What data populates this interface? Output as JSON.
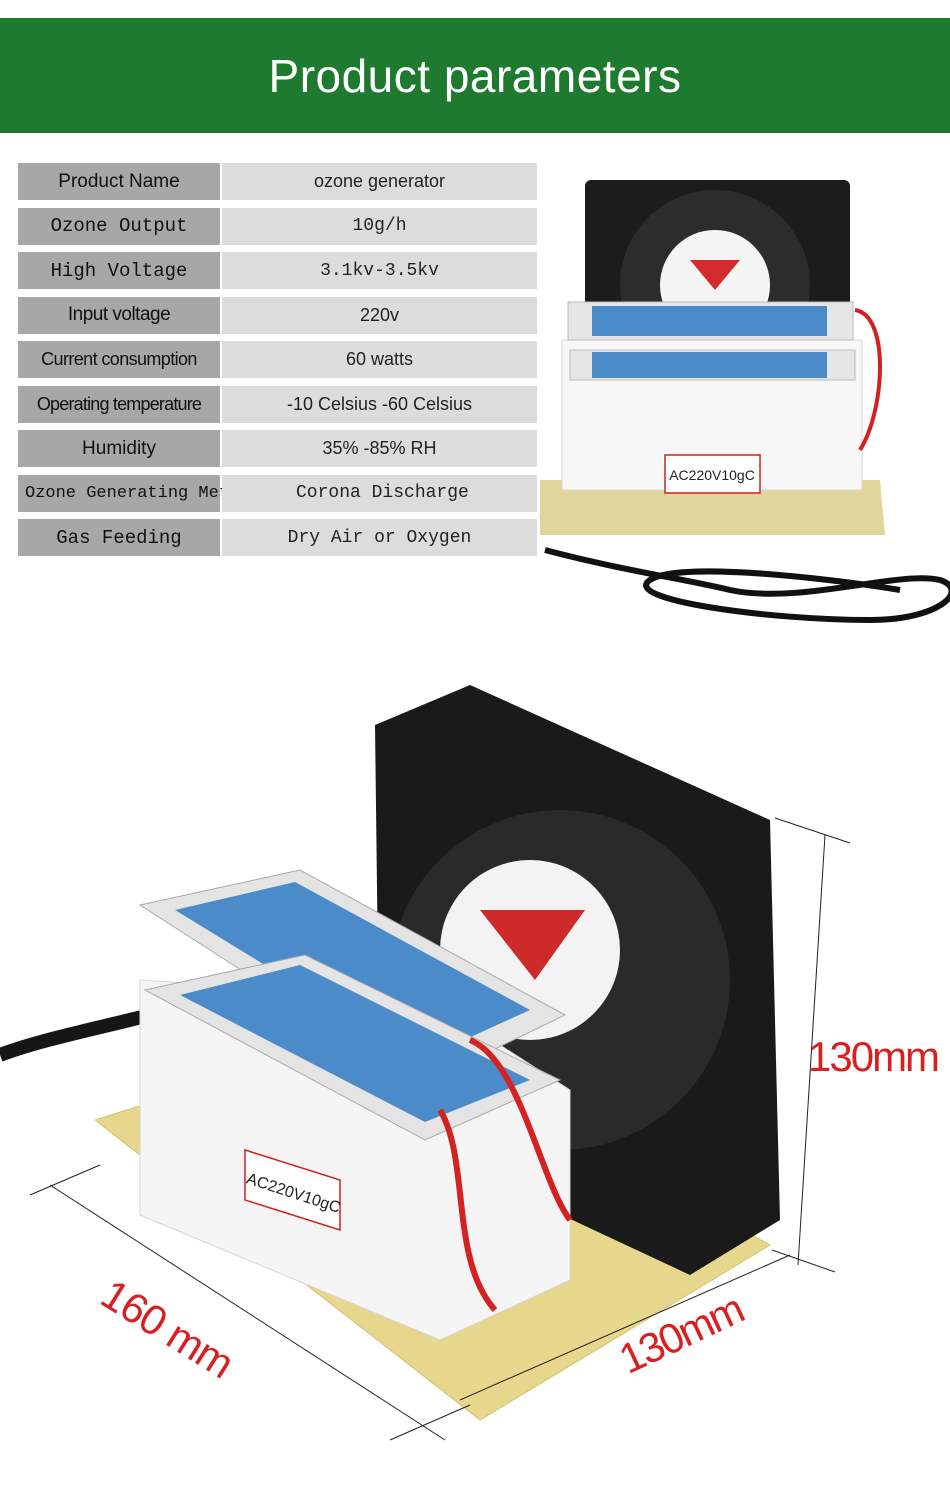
{
  "header": {
    "title": "Product parameters"
  },
  "params": [
    {
      "label": "Product Name",
      "value": "ozone generator"
    },
    {
      "label": "Ozone Output",
      "value": "10g/h"
    },
    {
      "label": "High Voltage",
      "value": "3.1kv-3.5kv"
    },
    {
      "label": "Input voltage",
      "value": "220v"
    },
    {
      "label": "Current consumption",
      "value": "60 watts"
    },
    {
      "label": "Operating temperature",
      "value": "-10 Celsius -60  Celsius"
    },
    {
      "label": "Humidity",
      "value": "35% -85% RH"
    },
    {
      "label": "Ozone Generating Method",
      "value": "Corona Discharge"
    },
    {
      "label": "Gas Feeding",
      "value": "Dry Air or Oxygen"
    }
  ],
  "product": {
    "label_text": "AC220V10gC"
  },
  "dimensions": {
    "height": "130mm",
    "width": "160 mm",
    "depth": "130mm"
  },
  "colors": {
    "banner": "#1e7a2e",
    "dimension_text": "#d82020"
  }
}
